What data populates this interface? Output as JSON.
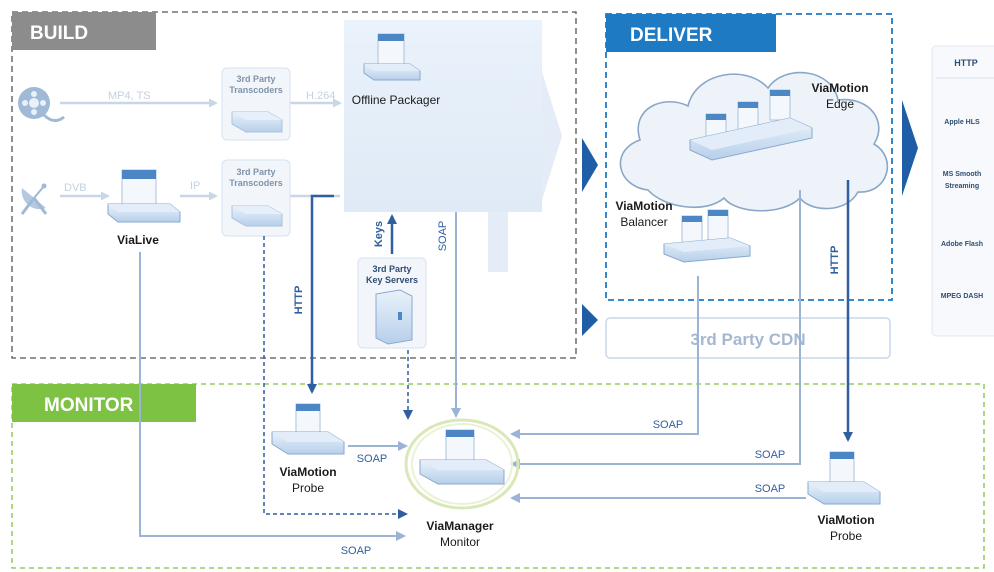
{
  "sections": {
    "build": "BUILD",
    "deliver": "DELIVER",
    "monitor": "MONITOR"
  },
  "nodes": {
    "vialive": "ViaLive",
    "transcoder1": [
      "3rd Party",
      "Transcoders"
    ],
    "transcoder2": [
      "3rd Party",
      "Transcoders"
    ],
    "offline_packager": "Offline Packager",
    "key_servers": [
      "3rd Party",
      "Key Servers"
    ],
    "edge": [
      "ViaMotion",
      "Edge"
    ],
    "balancer": [
      "ViaMotion",
      "Balancer"
    ],
    "cdn": "3rd Party CDN",
    "probe_left": [
      "ViaMotion",
      "Probe"
    ],
    "probe_right": [
      "ViaMotion",
      "Probe"
    ],
    "manager": [
      "ViaManager",
      "Monitor"
    ]
  },
  "edge_labels": {
    "mp4_ts": "MP4, TS",
    "h264": "H.264",
    "dvb": "DVB",
    "ip": "IP",
    "keys": "Keys",
    "soap_packager": "SOAP",
    "http_left": "HTTP",
    "http_right": "HTTP",
    "soap_probe_left": "SOAP",
    "soap_balancer": "SOAP",
    "soap_edge": "SOAP",
    "soap_probe_right": "SOAP",
    "soap_vialive": "SOAP"
  },
  "outputs": {
    "title": "HTTP",
    "items": [
      "Apple HLS",
      "MS Smooth",
      "Streaming",
      "Adobe Flash",
      "MPEG DASH"
    ]
  },
  "colors": {
    "build": "#8c8c8c",
    "deliver": "#1f7ac4",
    "monitor": "#7dc242",
    "arrow": "#2f5f9f",
    "soap_line": "#9bb4d6",
    "faint_text": "#c4d1e2",
    "server_fill": "#cfe0f3"
  }
}
